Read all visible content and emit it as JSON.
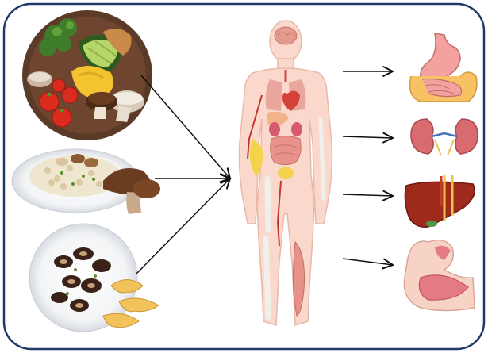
{
  "figure": {
    "frame_color": "#1f3a68",
    "arrow_color": "#111111",
    "skin_color": "#fad8cc",
    "skin_outline": "#e9b8a8"
  },
  "food_sources": [
    {
      "name": "mushroom-vegetable-plate",
      "icon": "plate-with-mushrooms-avocado-tomato-icon"
    },
    {
      "name": "mushroom-risotto-plate",
      "icon": "risotto-with-mushrooms-icon"
    },
    {
      "name": "stir-fried-mushroom-plate",
      "icon": "stir-fry-mushrooms-with-chanterelles-icon"
    }
  ],
  "target_organs": [
    {
      "name": "digestive-system",
      "icon": "stomach-intestine-icon"
    },
    {
      "name": "kidneys",
      "icon": "kidneys-icon"
    },
    {
      "name": "liver",
      "icon": "liver-icon"
    },
    {
      "name": "muscle",
      "icon": "flexed-arm-muscle-icon"
    }
  ]
}
